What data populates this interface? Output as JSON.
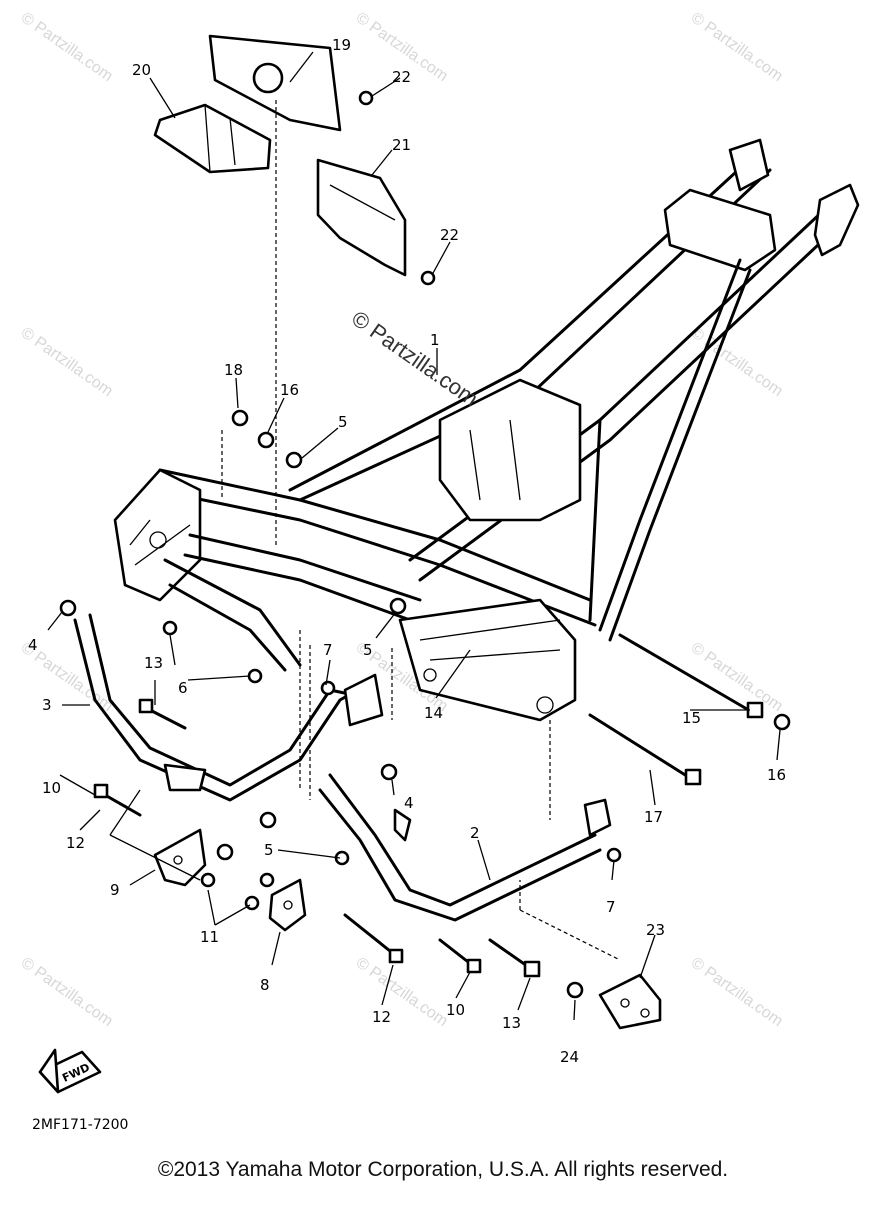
{
  "diagram": {
    "part_code": "2MF171-7200",
    "copyright": "©2013 Yamaha Motor Corporation, U.S.A. All rights reserved.",
    "fwd_label": "FWD",
    "center_watermark": "© Partzilla.com",
    "watermark_text": "© Partzilla.com",
    "callouts": [
      "1",
      "2",
      "3",
      "4",
      "4",
      "5",
      "5",
      "5",
      "6",
      "7",
      "7",
      "8",
      "9",
      "10",
      "10",
      "11",
      "12",
      "12",
      "13",
      "13",
      "14",
      "15",
      "16",
      "16",
      "17",
      "18",
      "19",
      "20",
      "21",
      "22",
      "22",
      "23",
      "24"
    ]
  }
}
